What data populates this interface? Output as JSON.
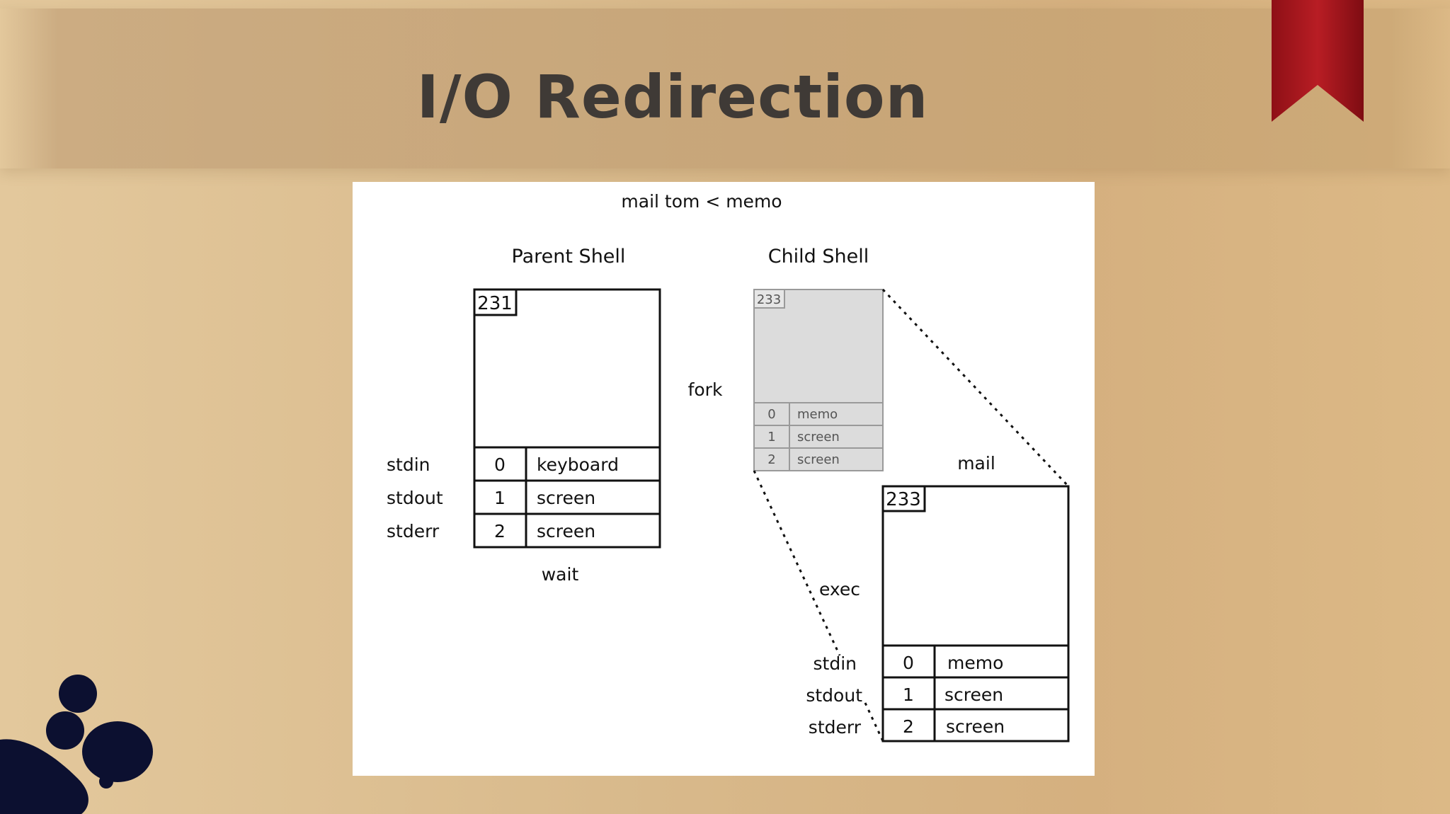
{
  "slide": {
    "title": "I/O Redirection"
  },
  "icons": {
    "ribbon": "bookmark-ribbon-icon",
    "decoration": "ink-splat-decoration"
  },
  "colors": {
    "ribbon": "#a8181e",
    "ink": "#0c1030",
    "title": "#3f3a36"
  },
  "diagram": {
    "command": "mail tom < memo",
    "parent": {
      "heading": "Parent Shell",
      "pid": "231",
      "rows": [
        {
          "stream": "stdin",
          "fd": "0",
          "target": "keyboard"
        },
        {
          "stream": "stdout",
          "fd": "1",
          "target": "screen"
        },
        {
          "stream": "stderr",
          "fd": "2",
          "target": "screen"
        }
      ],
      "caption": "wait"
    },
    "fork_label": "fork",
    "child": {
      "heading": "Child Shell",
      "pid": "233",
      "rows": [
        {
          "fd": "0",
          "target": "memo"
        },
        {
          "fd": "1",
          "target": "screen"
        },
        {
          "fd": "2",
          "target": "screen"
        }
      ]
    },
    "exec_label": "exec",
    "mail": {
      "heading": "mail",
      "pid": "233",
      "rows": [
        {
          "stream": "stdin",
          "fd": "0",
          "target": "memo"
        },
        {
          "stream": "stdout",
          "fd": "1",
          "target": "screen"
        },
        {
          "stream": "stderr",
          "fd": "2",
          "target": "screen"
        }
      ]
    }
  }
}
